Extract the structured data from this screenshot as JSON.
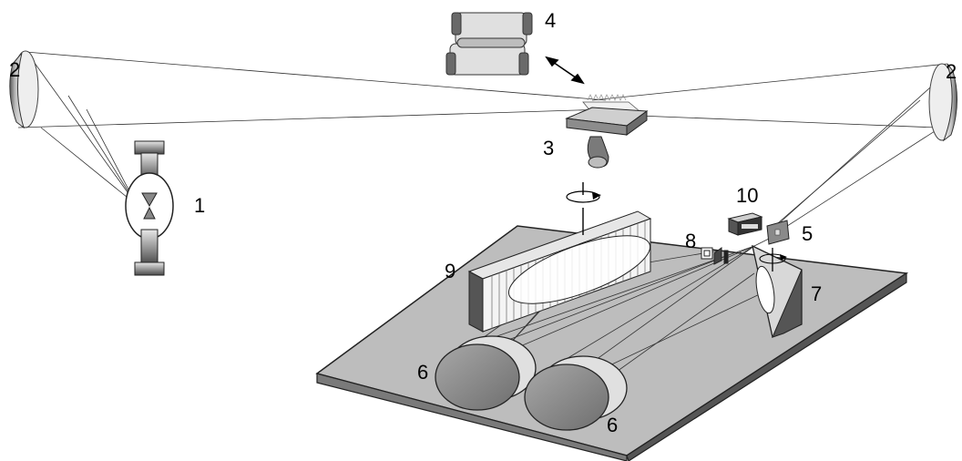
{
  "labels": {
    "lamp": "1",
    "mirror_left": "2",
    "mirror_right": "2",
    "sample_stage": "3",
    "sample_holder": "4",
    "entrance_slit": "5",
    "spherical_mirror_1": "6",
    "spherical_mirror_2": "6",
    "prism": "7",
    "aperture": "8",
    "grating": "9",
    "detector": "10"
  }
}
